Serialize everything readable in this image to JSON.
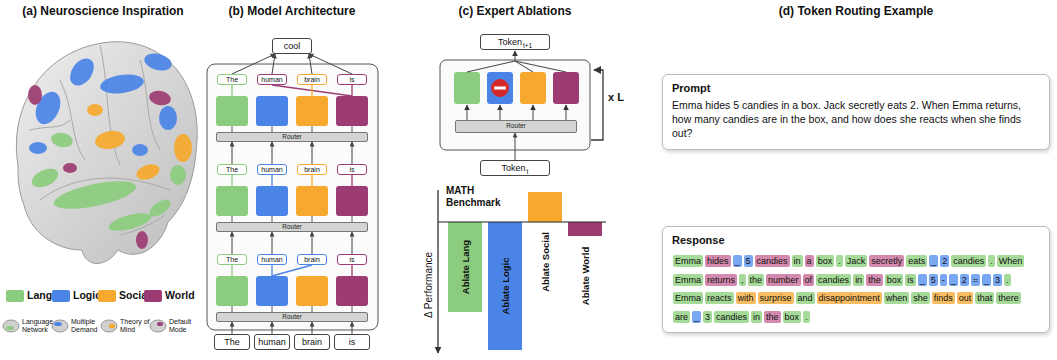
{
  "diagram": {
    "nodes": [
      {
        "text": [
          "cool"
        ]
      },
      {
        "text": [
          "The"
        ]
      },
      {
        "text": [
          "human"
        ]
      },
      {
        "text": [
          "brain"
        ]
      },
      {
        "text": [
          "is"
        ]
      },
      {
        "text": [
          "Router"
        ]
      },
      {
        "text": [
          "The"
        ]
      },
      {
        "text": [
          "human"
        ]
      },
      {
        "text": [
          "brain"
        ]
      },
      {
        "text": [
          "is"
        ]
      },
      {
        "text": [
          "Router"
        ]
      },
      {
        "text": [
          "The"
        ]
      },
      {
        "text": [
          "human"
        ]
      },
      {
        "text": [
          "brain"
        ]
      },
      {
        "text": [
          "is"
        ]
      },
      {
        "text": [
          "Router"
        ]
      },
      {
        "text": [
          "The"
        ]
      },
      {
        "text": [
          "human"
        ]
      },
      {
        "text": [
          "brain"
        ]
      },
      {
        "text": [
          "is"
        ]
      },
      {
        "text": [
          "Token",
          "t+1"
        ]
      },
      {
        "text": [
          "Router"
        ]
      },
      {
        "text": [
          "Token",
          "t"
        ]
      },
      {
        "text": [
          "Prompt",
          "Emma hides 5 candies in a box. Jack secretly eats 2. When Emma returns, how many candies are in the box, and how does she reacts when she finds out?"
        ]
      },
      {
        "text": [
          "Response"
        ]
      },
      {
        "text": [
          "Emma"
        ],
        "in": 24
      },
      {
        "text": [
          "hides"
        ],
        "in": 24
      },
      {
        "text": [
          "_"
        ],
        "in": 24
      },
      {
        "text": [
          "5"
        ],
        "in": 24
      },
      {
        "text": [
          "candies"
        ],
        "in": 24
      },
      {
        "text": [
          "in"
        ],
        "in": 24
      },
      {
        "text": [
          "a"
        ],
        "in": 24
      },
      {
        "text": [
          "box"
        ],
        "in": 24
      },
      {
        "text": [
          "."
        ],
        "in": 24
      },
      {
        "text": [
          "Jack"
        ],
        "in": 24
      },
      {
        "text": [
          "secretly"
        ],
        "in": 24
      },
      {
        "text": [
          "eats"
        ],
        "in": 24
      },
      {
        "text": [
          "_"
        ],
        "in": 24
      },
      {
        "text": [
          "2"
        ],
        "in": 24
      },
      {
        "text": [
          "candies"
        ],
        "in": 24
      },
      {
        "text": [
          "."
        ],
        "in": 24
      },
      {
        "text": [
          "When"
        ],
        "in": 24
      },
      {
        "text": [
          "Emma"
        ],
        "in": 24
      },
      {
        "text": [
          "returns"
        ],
        "in": 24
      },
      {
        "text": [
          ","
        ],
        "in": 24
      },
      {
        "text": [
          "the"
        ],
        "in": 24
      },
      {
        "text": [
          "number"
        ],
        "in": 24
      },
      {
        "text": [
          "of"
        ],
        "in": 24
      },
      {
        "text": [
          "candies"
        ],
        "in": 24
      },
      {
        "text": [
          "in"
        ],
        "in": 24
      },
      {
        "text": [
          "the"
        ],
        "in": 24
      },
      {
        "text": [
          "box"
        ],
        "in": 24
      },
      {
        "text": [
          "is"
        ],
        "in": 24
      },
      {
        "text": [
          "_"
        ],
        "in": 24
      },
      {
        "text": [
          "5"
        ],
        "in": 24
      },
      {
        "text": [
          "-"
        ],
        "in": 24
      },
      {
        "text": [
          "_"
        ],
        "in": 24
      },
      {
        "text": [
          "2"
        ],
        "in": 24
      },
      {
        "text": [
          "="
        ],
        "in": 24
      },
      {
        "text": [
          "_"
        ],
        "in": 24
      },
      {
        "text": [
          "3"
        ],
        "in": 24
      },
      {
        "text": [
          "."
        ],
        "in": 24
      },
      {
        "text": [
          "Emma"
        ],
        "in": 24
      },
      {
        "text": [
          "reacts"
        ],
        "in": 24
      },
      {
        "text": [
          "with"
        ],
        "in": 24
      },
      {
        "text": [
          "surprise"
        ],
        "in": 24
      },
      {
        "text": [
          "and"
        ],
        "in": 24
      },
      {
        "text": [
          "disappointment"
        ],
        "in": 24
      },
      {
        "text": [
          "when"
        ],
        "in": 24
      },
      {
        "text": [
          "she"
        ],
        "in": 24
      },
      {
        "text": [
          "finds"
        ],
        "in": 24
      },
      {
        "text": [
          "out"
        ],
        "in": 24
      },
      {
        "text": [
          "that"
        ],
        "in": 24
      },
      {
        "text": [
          "there"
        ],
        "in": 24
      },
      {
        "text": [
          "are"
        ],
        "in": 24
      },
      {
        "text": [
          "_"
        ],
        "in": 24
      },
      {
        "text": [
          "3"
        ],
        "in": 24
      },
      {
        "text": [
          "candies"
        ],
        "in": 24
      },
      {
        "text": [
          "in"
        ],
        "in": 24
      },
      {
        "text": [
          "the"
        ],
        "in": 24
      },
      {
        "text": [
          "box"
        ],
        "in": 24
      },
      {
        "text": [
          "."
        ],
        "in": 24
      }
    ],
    "edges": [
      {
        "from": 16,
        "to": 15,
        "arrow": "to"
      },
      {
        "from": 17,
        "to": 15,
        "arrow": "to"
      },
      {
        "from": 18,
        "to": 15,
        "arrow": "to"
      },
      {
        "from": 19,
        "to": 15,
        "arrow": "to"
      },
      {
        "from": 11,
        "to": 10,
        "arrow": "to"
      },
      {
        "from": 12,
        "to": 10,
        "arrow": "to"
      },
      {
        "from": 13,
        "to": 10,
        "arrow": "to"
      },
      {
        "from": 14,
        "to": 10,
        "arrow": "to"
      },
      {
        "from": 6,
        "to": 5,
        "arrow": "to"
      },
      {
        "from": 7,
        "to": 5,
        "arrow": "to"
      },
      {
        "from": 8,
        "to": 5,
        "arrow": "to"
      },
      {
        "from": 9,
        "to": 5,
        "arrow": "to"
      },
      {
        "from": 1,
        "to": 0,
        "arrow": "to"
      },
      {
        "from": 2,
        "to": 0,
        "arrow": "to"
      },
      {
        "from": 3,
        "to": 0,
        "arrow": "to"
      },
      {
        "from": 4,
        "to": 0,
        "arrow": "to"
      },
      {
        "from": 22,
        "to": 21,
        "arrow": "to"
      }
    ],
    "labels": [
      "(a) Neuroscience Inspiration",
      "(b) Model Architecture",
      "(c) Expert Ablations",
      "(d) Token Routing Example",
      "x L",
      "MATH Benchmark",
      "Δ Performance",
      "Ablate Lang",
      "Ablate Logic",
      "Ablate Social",
      "Ablate World"
    ],
    "legend": [
      {
        "text": "Lang",
        "color": "#8ccc7e"
      },
      {
        "text": "Logic",
        "color": "#4a84e6"
      },
      {
        "text": "Social",
        "color": "#f6a92e"
      },
      {
        "text": "World",
        "color": "#9c3c72"
      },
      {
        "text": "Language Network"
      },
      {
        "text": "Multiple Demand"
      },
      {
        "text": "Theory of Mind"
      },
      {
        "text": "Default Mode"
      }
    ]
  }
}
